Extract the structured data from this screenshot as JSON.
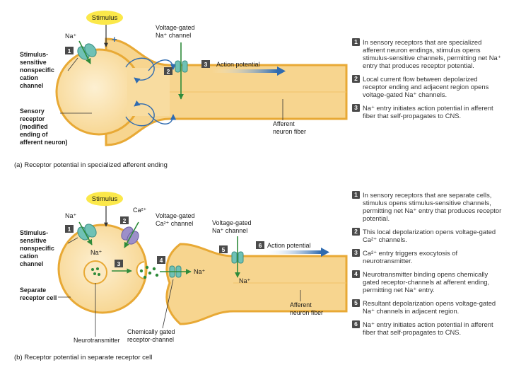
{
  "a": {
    "stimulus": "Stimulus",
    "plus": "+",
    "na": "Na⁺",
    "vg_channel_line1": "Voltage-gated",
    "vg_channel_line2": "Na⁺ channel",
    "action_potential": "Action potential",
    "stim_sensitive": [
      "Stimulus-",
      "sensitive",
      "nonspecific",
      "cation",
      "channel"
    ],
    "sensory_receptor": [
      "Sensory",
      "receptor",
      "(modified",
      "ending of",
      "afferent neuron)"
    ],
    "afferent_fiber": [
      "Afferent",
      "neuron fiber"
    ],
    "caption": "(a)  Receptor potential in specialized afferent ending",
    "num1": "1",
    "num2": "2",
    "num3": "3",
    "steps": [
      {
        "n": "1",
        "text": "In sensory receptors that are specialized afferent neuron endings, stimulus opens stimulus-sensitive channels, permitting net Na⁺ entry that produces receptor potential."
      },
      {
        "n": "2",
        "text": "Local current flow between depolarized receptor ending and adjacent region opens voltage-gated Na⁺ channels."
      },
      {
        "n": "3",
        "text": "Na⁺ entry initiates action potential in afferent fiber that self-propagates to CNS."
      }
    ]
  },
  "b": {
    "stimulus": "Stimulus",
    "na": "Na⁺",
    "ca": "Ca²⁺",
    "vg_ca_line1": "Voltage-gated",
    "vg_ca_line2": "Ca²⁺ channel",
    "vg_na_line1": "Voltage-gated",
    "vg_na_line2": "Na⁺ channel",
    "action_potential": "Action potential",
    "stim_sensitive": [
      "Stimulus-",
      "sensitive",
      "nonspecific",
      "cation",
      "channel"
    ],
    "separate_receptor": [
      "Separate",
      "receptor cell"
    ],
    "neurotransmitter": "Neurotransmitter",
    "chem_gated": [
      "Chemically gated",
      "receptor-channel"
    ],
    "afferent_fiber": [
      "Afferent",
      "neuron fiber"
    ],
    "caption": "(b)  Receptor potential in separate receptor cell",
    "num1": "1",
    "num2": "2",
    "num3": "3",
    "num4": "4",
    "num5": "5",
    "num6": "6",
    "steps": [
      {
        "n": "1",
        "text": "In sensory receptors that are separate cells, stimulus opens stimulus-sensitive channels, permitting net Na⁺ entry that produces receptor potential."
      },
      {
        "n": "2",
        "text": "This local depolarization opens voltage-gated Ca²⁺ channels."
      },
      {
        "n": "3",
        "text": "Ca²⁺ entry triggers exocytosis of neurotransmitter."
      },
      {
        "n": "4",
        "text": "Neurotransmitter binding opens chemically gated receptor-channels at afferent ending, permitting net Na⁺ entry."
      },
      {
        "n": "5",
        "text": "Resultant depolarization opens voltage-gated Na⁺ channels in adjacent region."
      },
      {
        "n": "6",
        "text": "Na⁺ entry initiates action potential in afferent fiber that self-propagates to CNS."
      }
    ]
  },
  "colors": {
    "cell_fill": "#f9dca0",
    "cell_inner": "#fbe9c2",
    "membrane": "#e8a935",
    "channel_teal": "#6fc1b5",
    "channel_purple": "#9c8fc9",
    "arrow_blue": "#2f6bb0",
    "arrow_green": "#2e8b3a",
    "stimulus_yellow": "#fbe84a",
    "step_box": "#4a4a4a"
  }
}
